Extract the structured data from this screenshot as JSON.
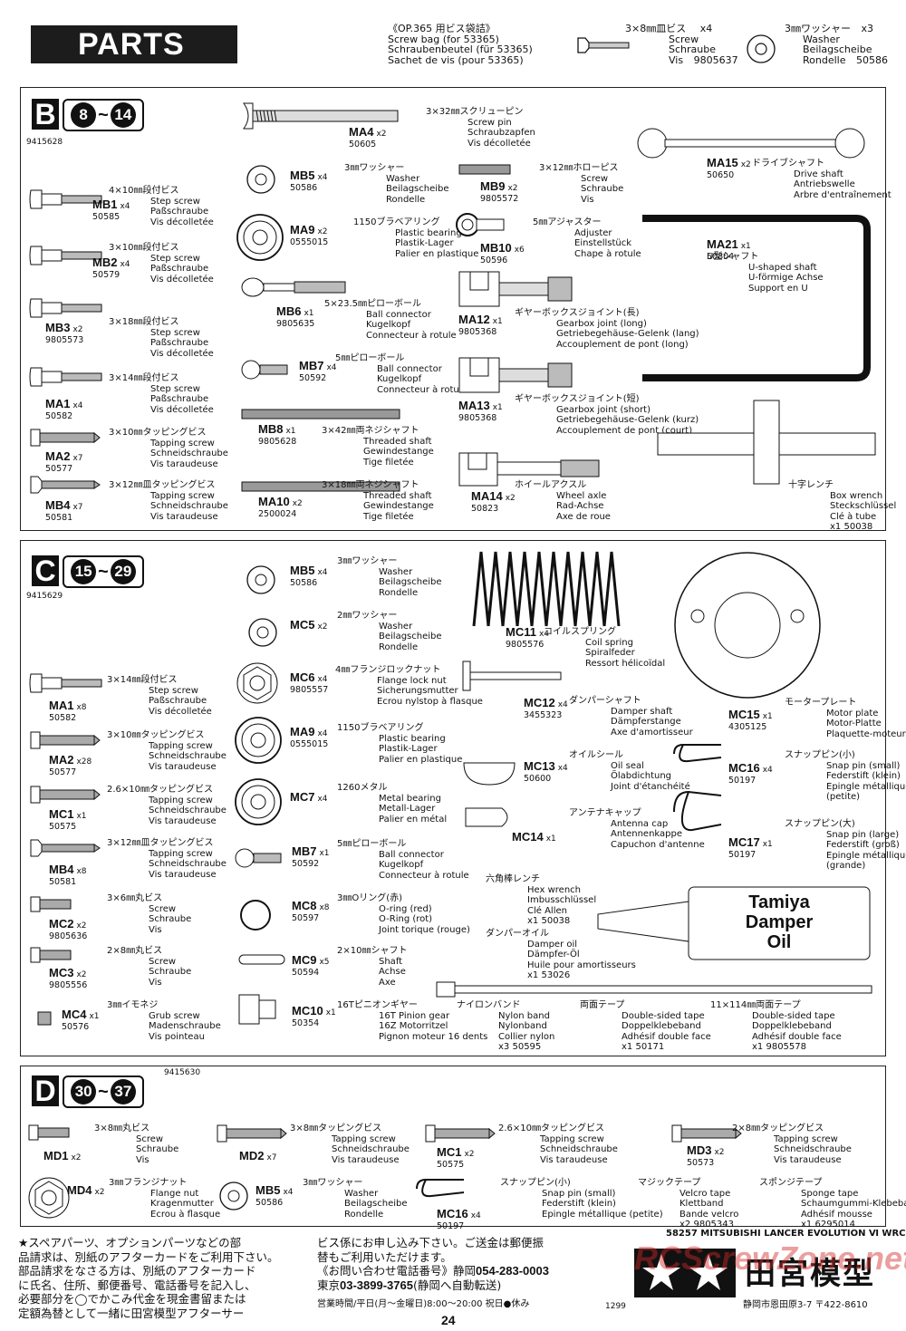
{
  "header": {
    "title": "PARTS",
    "screwbag": [
      "《OP.365 用ビス袋詰》",
      "Screw bag (for 53365)",
      "Schraubenbeutel (für 53365)",
      "Sachet de vis (pour 53365)"
    ],
    "screw": {
      "qty": "x4",
      "lines": [
        "3×8㎜皿ビス",
        "Screw",
        "Schraube",
        "Vis"
      ],
      "num": "9805637"
    },
    "washer": {
      "qty": "x3",
      "lines": [
        "3㎜ワッシャー",
        "Washer",
        "Beilagscheibe",
        "Rondelle"
      ],
      "num": "50586"
    }
  },
  "sections": {
    "B": {
      "letter": "B",
      "from": "8",
      "to": "14",
      "code": "9415628"
    },
    "C": {
      "letter": "C",
      "from": "15",
      "to": "29",
      "code": "9415629"
    },
    "D": {
      "letter": "D",
      "from": "30",
      "to": "37",
      "code": "9415630"
    }
  },
  "partsB": [
    {
      "code": "MA4",
      "qty": "x2",
      "num": "50605",
      "desc": [
        "3×32㎜スクリューピン",
        "Screw pin",
        "Schraubzapfen",
        "Vis décolletée"
      ]
    },
    {
      "code": "MA15",
      "qty": "x2",
      "num": "50650",
      "desc": [
        "ドライブシャフト",
        "Drive shaft",
        "Antriebswelle",
        "Arbre d'entraînement"
      ]
    },
    {
      "code": "MB5",
      "qty": "x4",
      "num": "50586",
      "desc": [
        "3㎜ワッシャー",
        "Washer",
        "Beilagscheibe",
        "Rondelle"
      ]
    },
    {
      "code": "MB9",
      "qty": "x2",
      "num": "9805572",
      "desc": [
        "3×12㎜ホローピス",
        "Screw",
        "Schraube",
        "Vis"
      ]
    },
    {
      "code": "MB1",
      "qty": "x4",
      "num": "50585",
      "desc": [
        "4×10㎜段付ビス",
        "Step screw",
        "Paßschraube",
        "Vis décolletée"
      ]
    },
    {
      "code": "MA9",
      "qty": "x2",
      "num": "0555015",
      "desc": [
        "1150ブラベアリング",
        "Plastic bearing",
        "Plastik-Lager",
        "Palier en plastique"
      ]
    },
    {
      "code": "MB10",
      "qty": "x6",
      "num": "50596",
      "desc": [
        "5㎜アジャスター",
        "Adjuster",
        "Einstellstück",
        "Chape à rotule"
      ]
    },
    {
      "code": "MA21",
      "qty": "x1",
      "num": "50804",
      "desc": [
        "U型シャフト",
        "U-shaped shaft",
        "U-förmige Achse",
        "Support en U"
      ]
    },
    {
      "code": "MB2",
      "qty": "x4",
      "num": "50579",
      "desc": [
        "3×10㎜段付ビス",
        "Step screw",
        "Paßschraube",
        "Vis décolletée"
      ]
    },
    {
      "code": "MB6",
      "qty": "x1",
      "num": "9805635",
      "desc": [
        "5×23.5㎜ピローボール",
        "Ball connector",
        "Kugelkopf",
        "Connecteur à rotule"
      ]
    },
    {
      "code": "MA12",
      "qty": "x1",
      "num": "9805368",
      "desc": [
        "ギヤーボックスジョイント(長)",
        "Gearbox joint (long)",
        "Getriebegehäuse-Gelenk (lang)",
        "Accouplement de pont (long)"
      ]
    },
    {
      "code": "MB3",
      "qty": "x2",
      "num": "9805573",
      "desc": [
        "3×18㎜段付ビス",
        "Step screw",
        "Paßschraube",
        "Vis décolletée"
      ]
    },
    {
      "code": "MB7",
      "qty": "x4",
      "num": "50592",
      "desc": [
        "5㎜ピローボール",
        "Ball connector",
        "Kugelkopf",
        "Connecteur à rotule"
      ]
    },
    {
      "code": "MA1",
      "qty": "x4",
      "num": "50582",
      "desc": [
        "3×14㎜段付ビス",
        "Step screw",
        "Paßschraube",
        "Vis décolletée"
      ]
    },
    {
      "code": "MA13",
      "qty": "x1",
      "num": "9805368",
      "desc": [
        "ギヤーボックスジョイント(短)",
        "Gearbox joint (short)",
        "Getriebegehäuse-Gelenk (kurz)",
        "Accouplement de pont (court)"
      ]
    },
    {
      "code": "MA2",
      "qty": "x7",
      "num": "50577",
      "desc": [
        "3×10㎜タッピングビス",
        "Tapping screw",
        "Schneidschraube",
        "Vis taraudeuse"
      ]
    },
    {
      "code": "MB8",
      "qty": "x1",
      "num": "9805628",
      "desc": [
        "3×42㎜両ネジシャフト",
        "Threaded shaft",
        "Gewindestange",
        "Tige filetée"
      ]
    },
    {
      "code": "MB4",
      "qty": "x7",
      "num": "50581",
      "desc": [
        "3×12㎜皿タッピングビス",
        "Tapping screw",
        "Schneidschraube",
        "Vis taraudeuse"
      ]
    },
    {
      "code": "MA10",
      "qty": "x2",
      "num": "2500024",
      "desc": [
        "3×18㎜両ネジシャフト",
        "Threaded shaft",
        "Gewindestange",
        "Tige filetée"
      ]
    },
    {
      "code": "MA14",
      "qty": "x2",
      "num": "50823",
      "desc": [
        "ホイールアクスル",
        "Wheel axle",
        "Rad-Achse",
        "Axe de roue"
      ]
    },
    {
      "code": "",
      "qty": "x1",
      "num": "50038",
      "desc": [
        "十字レンチ",
        "Box wrench",
        "Steckschlüssel",
        "Clé à tube"
      ]
    }
  ],
  "partsC": [
    {
      "code": "MB5",
      "qty": "x4",
      "num": "50586",
      "desc": [
        "3㎜ワッシャー",
        "Washer",
        "Beilagscheibe",
        "Rondelle"
      ]
    },
    {
      "code": "MC5",
      "qty": "x2",
      "num": "",
      "desc": [
        "2㎜ワッシャー",
        "Washer",
        "Beilagscheibe",
        "Rondelle"
      ]
    },
    {
      "code": "MC11",
      "qty": "x4",
      "num": "9805576",
      "desc": [
        "コイルスプリング",
        "Coil spring",
        "Spiralfeder",
        "Ressort hélicoïdal"
      ]
    },
    {
      "code": "MA1",
      "qty": "x8",
      "num": "50582",
      "desc": [
        "3×14㎜段付ビス",
        "Step screw",
        "Paßschraube",
        "Vis décolletée"
      ]
    },
    {
      "code": "MC6",
      "qty": "x4",
      "num": "9805557",
      "desc": [
        "4㎜フランジロックナット",
        "Flange lock nut",
        "Sicherungsmutter",
        "Ecrou nylstop à flasque"
      ]
    },
    {
      "code": "MC12",
      "qty": "x4",
      "num": "3455323",
      "desc": [
        "ダンパーシャフト",
        "Damper shaft",
        "Dämpferstange",
        "Axe d'amortisseur"
      ]
    },
    {
      "code": "MC15",
      "qty": "x1",
      "num": "4305125",
      "desc": [
        "モータープレート",
        "Motor plate",
        "Motor-Platte",
        "Plaquette-moteur"
      ]
    },
    {
      "code": "MA2",
      "qty": "x28",
      "num": "50577",
      "desc": [
        "3×10㎜タッピングビス",
        "Tapping screw",
        "Schneidschraube",
        "Vis taraudeuse"
      ]
    },
    {
      "code": "MA9",
      "qty": "x4",
      "num": "0555015",
      "desc": [
        "1150ブラベアリング",
        "Plastic bearing",
        "Plastik-Lager",
        "Palier en plastique"
      ]
    },
    {
      "code": "MC13",
      "qty": "x4",
      "num": "50600",
      "desc": [
        "オイルシール",
        "Oil seal",
        "Ölabdichtung",
        "Joint d'étanchéité"
      ]
    },
    {
      "code": "MC16",
      "qty": "x4",
      "num": "50197",
      "desc": [
        "スナップピン(小)",
        "Snap pin (small)",
        "Federstift (klein)",
        "Epingle métallique",
        "(petite)"
      ]
    },
    {
      "code": "MC1",
      "qty": "x1",
      "num": "50575",
      "desc": [
        "2.6×10㎜タッピングビス",
        "Tapping screw",
        "Schneidschraube",
        "Vis taraudeuse"
      ]
    },
    {
      "code": "MC7",
      "qty": "x4",
      "num": "",
      "desc": [
        "1260メタル",
        "Metal bearing",
        "Metall-Lager",
        "Palier en métal"
      ]
    },
    {
      "code": "MC14",
      "qty": "x1",
      "num": "",
      "desc": [
        "アンテナキャップ",
        "Antenna cap",
        "Antennenkappe",
        "Capuchon d'antenne"
      ]
    },
    {
      "code": "MC17",
      "qty": "x1",
      "num": "50197",
      "desc": [
        "スナップピン(大)",
        "Snap pin (large)",
        "Federstift (groß)",
        "Epingle métallique",
        "(grande)"
      ]
    },
    {
      "code": "MB4",
      "qty": "x8",
      "num": "50581",
      "desc": [
        "3×12㎜皿タッピングビス",
        "Tapping screw",
        "Schneidschraube",
        "Vis taraudeuse"
      ]
    },
    {
      "code": "MB7",
      "qty": "x1",
      "num": "50592",
      "desc": [
        "5㎜ピローボール",
        "Ball connector",
        "Kugelkopf",
        "Connecteur à rotule"
      ]
    },
    {
      "code": "",
      "qty": "x1",
      "num": "50038",
      "desc": [
        "六角棒レンチ",
        "Hex wrench",
        "Imbusschlüssel",
        "Clé Allen"
      ]
    },
    {
      "code": "MC2",
      "qty": "x2",
      "num": "9805636",
      "desc": [
        "3×6㎜丸ビス",
        "Screw",
        "Schraube",
        "Vis"
      ]
    },
    {
      "code": "MC8",
      "qty": "x8",
      "num": "50597",
      "desc": [
        "3㎜Oリング(赤)",
        "O-ring (red)",
        "O-Ring (rot)",
        "Joint torique (rouge)"
      ]
    },
    {
      "code": "",
      "qty": "x1",
      "num": "53026",
      "desc": [
        "ダンパーオイル",
        "Damper oil",
        "Dämpfer-Öl",
        "Huile pour amortisseurs"
      ]
    },
    {
      "code": "MC3",
      "qty": "x2",
      "num": "9805556",
      "desc": [
        "2×8㎜丸ビス",
        "Screw",
        "Schraube",
        "Vis"
      ]
    },
    {
      "code": "MC9",
      "qty": "x5",
      "num": "50594",
      "desc": [
        "2×10㎜シャフト",
        "Shaft",
        "Achse",
        "Axe"
      ]
    },
    {
      "code": "MC4",
      "qty": "x1",
      "num": "50576",
      "desc": [
        "3㎜イモネジ",
        "Grub screw",
        "Madenschraube",
        "Vis pointeau"
      ]
    },
    {
      "code": "MC10",
      "qty": "x1",
      "num": "50354",
      "desc": [
        "16Tピニオンギヤー",
        "16T Pinion gear",
        "16Z Motorritzel",
        "Pignon moteur 16 dents"
      ]
    },
    {
      "code": "",
      "qty": "x3",
      "num": "50595",
      "desc": [
        "ナイロンバンド",
        "Nylon band",
        "Nylonband",
        "Collier nylon"
      ]
    },
    {
      "code": "",
      "qty": "x1",
      "num": "50171",
      "desc": [
        "両面テープ",
        "Double-sided tape",
        "Doppelklebeband",
        "Adhésif double face"
      ]
    },
    {
      "code": "",
      "qty": "x1",
      "num": "9805578",
      "desc": [
        "11×114㎜両面テープ",
        "Double-sided tape",
        "Doppelklebeband",
        "Adhésif double face"
      ]
    }
  ],
  "partsD": [
    {
      "code": "MD1",
      "qty": "x2",
      "num": "",
      "desc": [
        "3×8㎜丸ビス",
        "Screw",
        "Schraube",
        "Vis"
      ]
    },
    {
      "code": "MD2",
      "qty": "x7",
      "num": "",
      "desc": [
        "3×8㎜タッピングビス",
        "Tapping screw",
        "Schneidschraube",
        "Vis taraudeuse"
      ]
    },
    {
      "code": "MC1",
      "qty": "x2",
      "num": "50575",
      "desc": [
        "2.6×10㎜タッピングビス",
        "Tapping screw",
        "Schneidschraube",
        "Vis taraudeuse"
      ]
    },
    {
      "code": "MD3",
      "qty": "x2",
      "num": "50573",
      "desc": [
        "2×8㎜タッピングビス",
        "Tapping screw",
        "Schneidschraube",
        "Vis taraudeuse"
      ]
    },
    {
      "code": "MD4",
      "qty": "x2",
      "num": "",
      "desc": [
        "3㎜フランジナット",
        "Flange nut",
        "Kragenmutter",
        "Ecrou à flasque"
      ]
    },
    {
      "code": "MB5",
      "qty": "x4",
      "num": "50586",
      "desc": [
        "3㎜ワッシャー",
        "Washer",
        "Beilagscheibe",
        "Rondelle"
      ]
    },
    {
      "code": "MC16",
      "qty": "x4",
      "num": "50197",
      "desc": [
        "スナップピン(小)",
        "Snap pin (small)",
        "Federstift (klein)",
        "Epingle métallique (petite)"
      ]
    },
    {
      "code": "",
      "qty": "x2",
      "num": "9805343",
      "desc": [
        "マジックテープ",
        "Velcro tape",
        "Klettband",
        "Bande velcro"
      ]
    },
    {
      "code": "",
      "qty": "x1",
      "num": "6295014",
      "desc": [
        "スポンジテープ",
        "Sponge tape",
        "Schaumgummi-Klebeband",
        "Adhésif mousse"
      ]
    }
  ],
  "damper_oil_label": [
    "Tamiya",
    "Damper",
    "Oil"
  ],
  "footer": {
    "left": [
      "★スペアパーツ、オプションパーツなどの部",
      "品請求は、別紙のアフターカードをご利用下さい。",
      "部品請求をなさる方は、別紙のアフターカード",
      "に氏名、住所、郵便番号、電話番号を記入し、",
      "必要部分を◯でかこみ代金を現金書留または",
      "定額為替として一緒に田宮模型アフターサー"
    ],
    "mid": [
      "ビス係にお申し込み下さい。ご送金は郵便振",
      "替もご利用いただけます。"
    ],
    "phone1_label": "《お問い合わせ電話番号》静岡",
    "phone1": "054-283-0003",
    "phone2_label": "東京",
    "phone2": "03-3899-3765",
    "phone2_note": "(静岡へ自動転送)",
    "hours": "営業時間/平日(月〜金曜日)8:00〜20:00 祝日●休み",
    "model": "58257 MITSUBISHI LANCER EVOLUTION Ⅵ WRC",
    "brand": "田宮模型",
    "address": "静岡市恩田原3-7 〒422-8610",
    "code": "1299",
    "page": "24",
    "watermark": "RCScrewZone.net"
  }
}
